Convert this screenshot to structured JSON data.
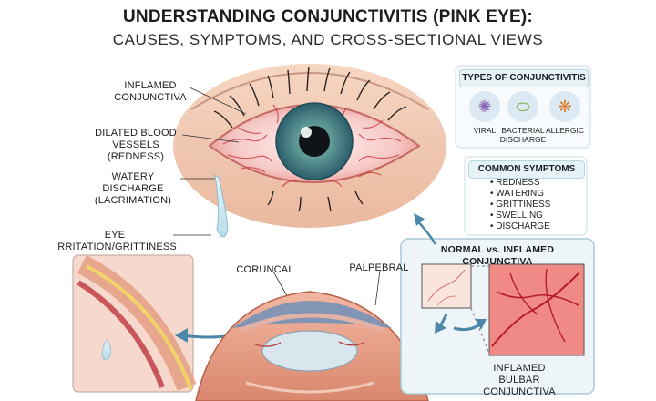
{
  "title": "UNDERSTANDING CONJUNCTIVITIS (PINK EYE):",
  "subtitle": "CAUSES, SYMPTOMS, AND CROSS-SECTIONAL VIEWS",
  "labels": {
    "inflamed_conjunctiva": "INFLAMED\nCONJUNCTIVA",
    "dilated_vessels": "DILATED BLOOD\nVESSELS (REDNESS)",
    "watery_discharge": "WATERY DISCHARGE\n(LACRIMATION)",
    "eye_irritation": "EYE IRRITATION/GRITTINESS",
    "coruncal": "CORUNCAL",
    "palpebral": "PALPEBRAL",
    "inflamed_bulbar": "INFLAMED BULBAR\nCONJUNCTIVA"
  },
  "types_panel": {
    "heading": "TYPES OF CONJUNCTIVITIS",
    "types": [
      {
        "label": "VIRAL",
        "icon": "virus-icon",
        "color": "#8e6bb8"
      },
      {
        "label": "BACTERIAL\nDISCHARGE",
        "icon": "bacteria-icon",
        "color": "#7cae4a"
      },
      {
        "label": "ALLERGIC",
        "icon": "pollen-icon",
        "color": "#d9802f"
      }
    ]
  },
  "symptoms_panel": {
    "heading": "COMMON SYMPTOMS",
    "items": [
      "REDNESS",
      "WATERING",
      "GRITTINESS",
      "SWELLING",
      "DISCHARGE"
    ]
  },
  "comparison_panel": {
    "heading": "NORMAL vs. INFLAMED CONJUNCTIVA"
  },
  "colors": {
    "sclera": "#f7d9d6",
    "vessel": "#d8444a",
    "iris": "#4f8f93",
    "panel_bg": "#eef5f8",
    "panel_border": "#a9c9d6",
    "arrow": "#4a87a8"
  }
}
